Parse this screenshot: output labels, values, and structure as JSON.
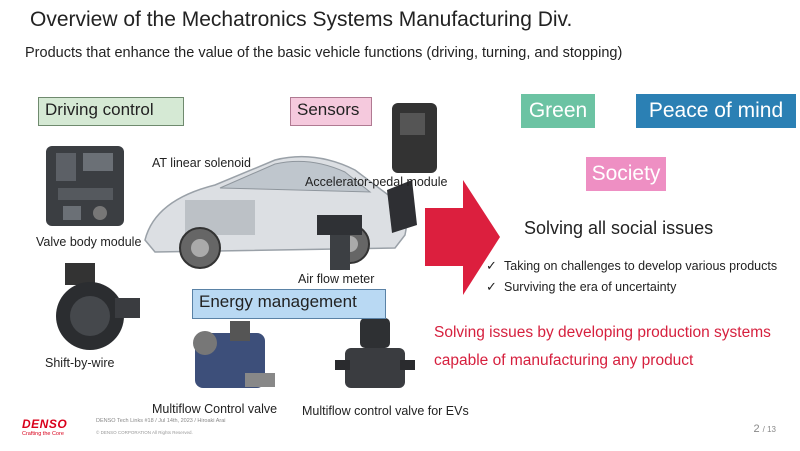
{
  "header": {
    "title": "Overview of the Mechatronics Systems Manufacturing Div.",
    "subtitle": "Products that enhance the value of the basic vehicle functions (driving, turning, and stopping)"
  },
  "categories": {
    "driving": "Driving control",
    "sensors": "Sensors",
    "energy": "Energy management"
  },
  "products": {
    "at_solenoid": "AT linear solenoid",
    "accel_module": "Accelerator-pedal module",
    "valve_body": "Valve body module",
    "air_flow": "Air flow meter",
    "shift_by_wire": "Shift-by-wire",
    "multiflow": "Multiflow Control valve",
    "multiflow_ev": "Multiflow control valve for EVs"
  },
  "values": {
    "green": "Green",
    "peace": "Peace of mind",
    "society": "Society"
  },
  "solving": {
    "heading": "Solving all social issues",
    "points": [
      "Taking on challenges to develop various products",
      "Surviving the era of uncertainty"
    ],
    "conclusion_line1": "Solving issues by developing production systems",
    "conclusion_line2": "capable of manufacturing any product"
  },
  "footer": {
    "logo": "DENSO",
    "tagline": "Crafting the Core",
    "info": "DENSO Tech Links #18 / Jul 14th, 2023 / Hiroaki Arai",
    "copyright": "© DENSO CORPORATION All Rights Reserved.",
    "page": "2",
    "total": "/ 13"
  },
  "colors": {
    "green_badge": "#6cc3a3",
    "peace_badge": "#2b80b4",
    "society_badge": "#ee8fc3",
    "arrow": "#dc1f3e",
    "conclusion_text": "#d6203e",
    "brand": "#d9001b"
  }
}
